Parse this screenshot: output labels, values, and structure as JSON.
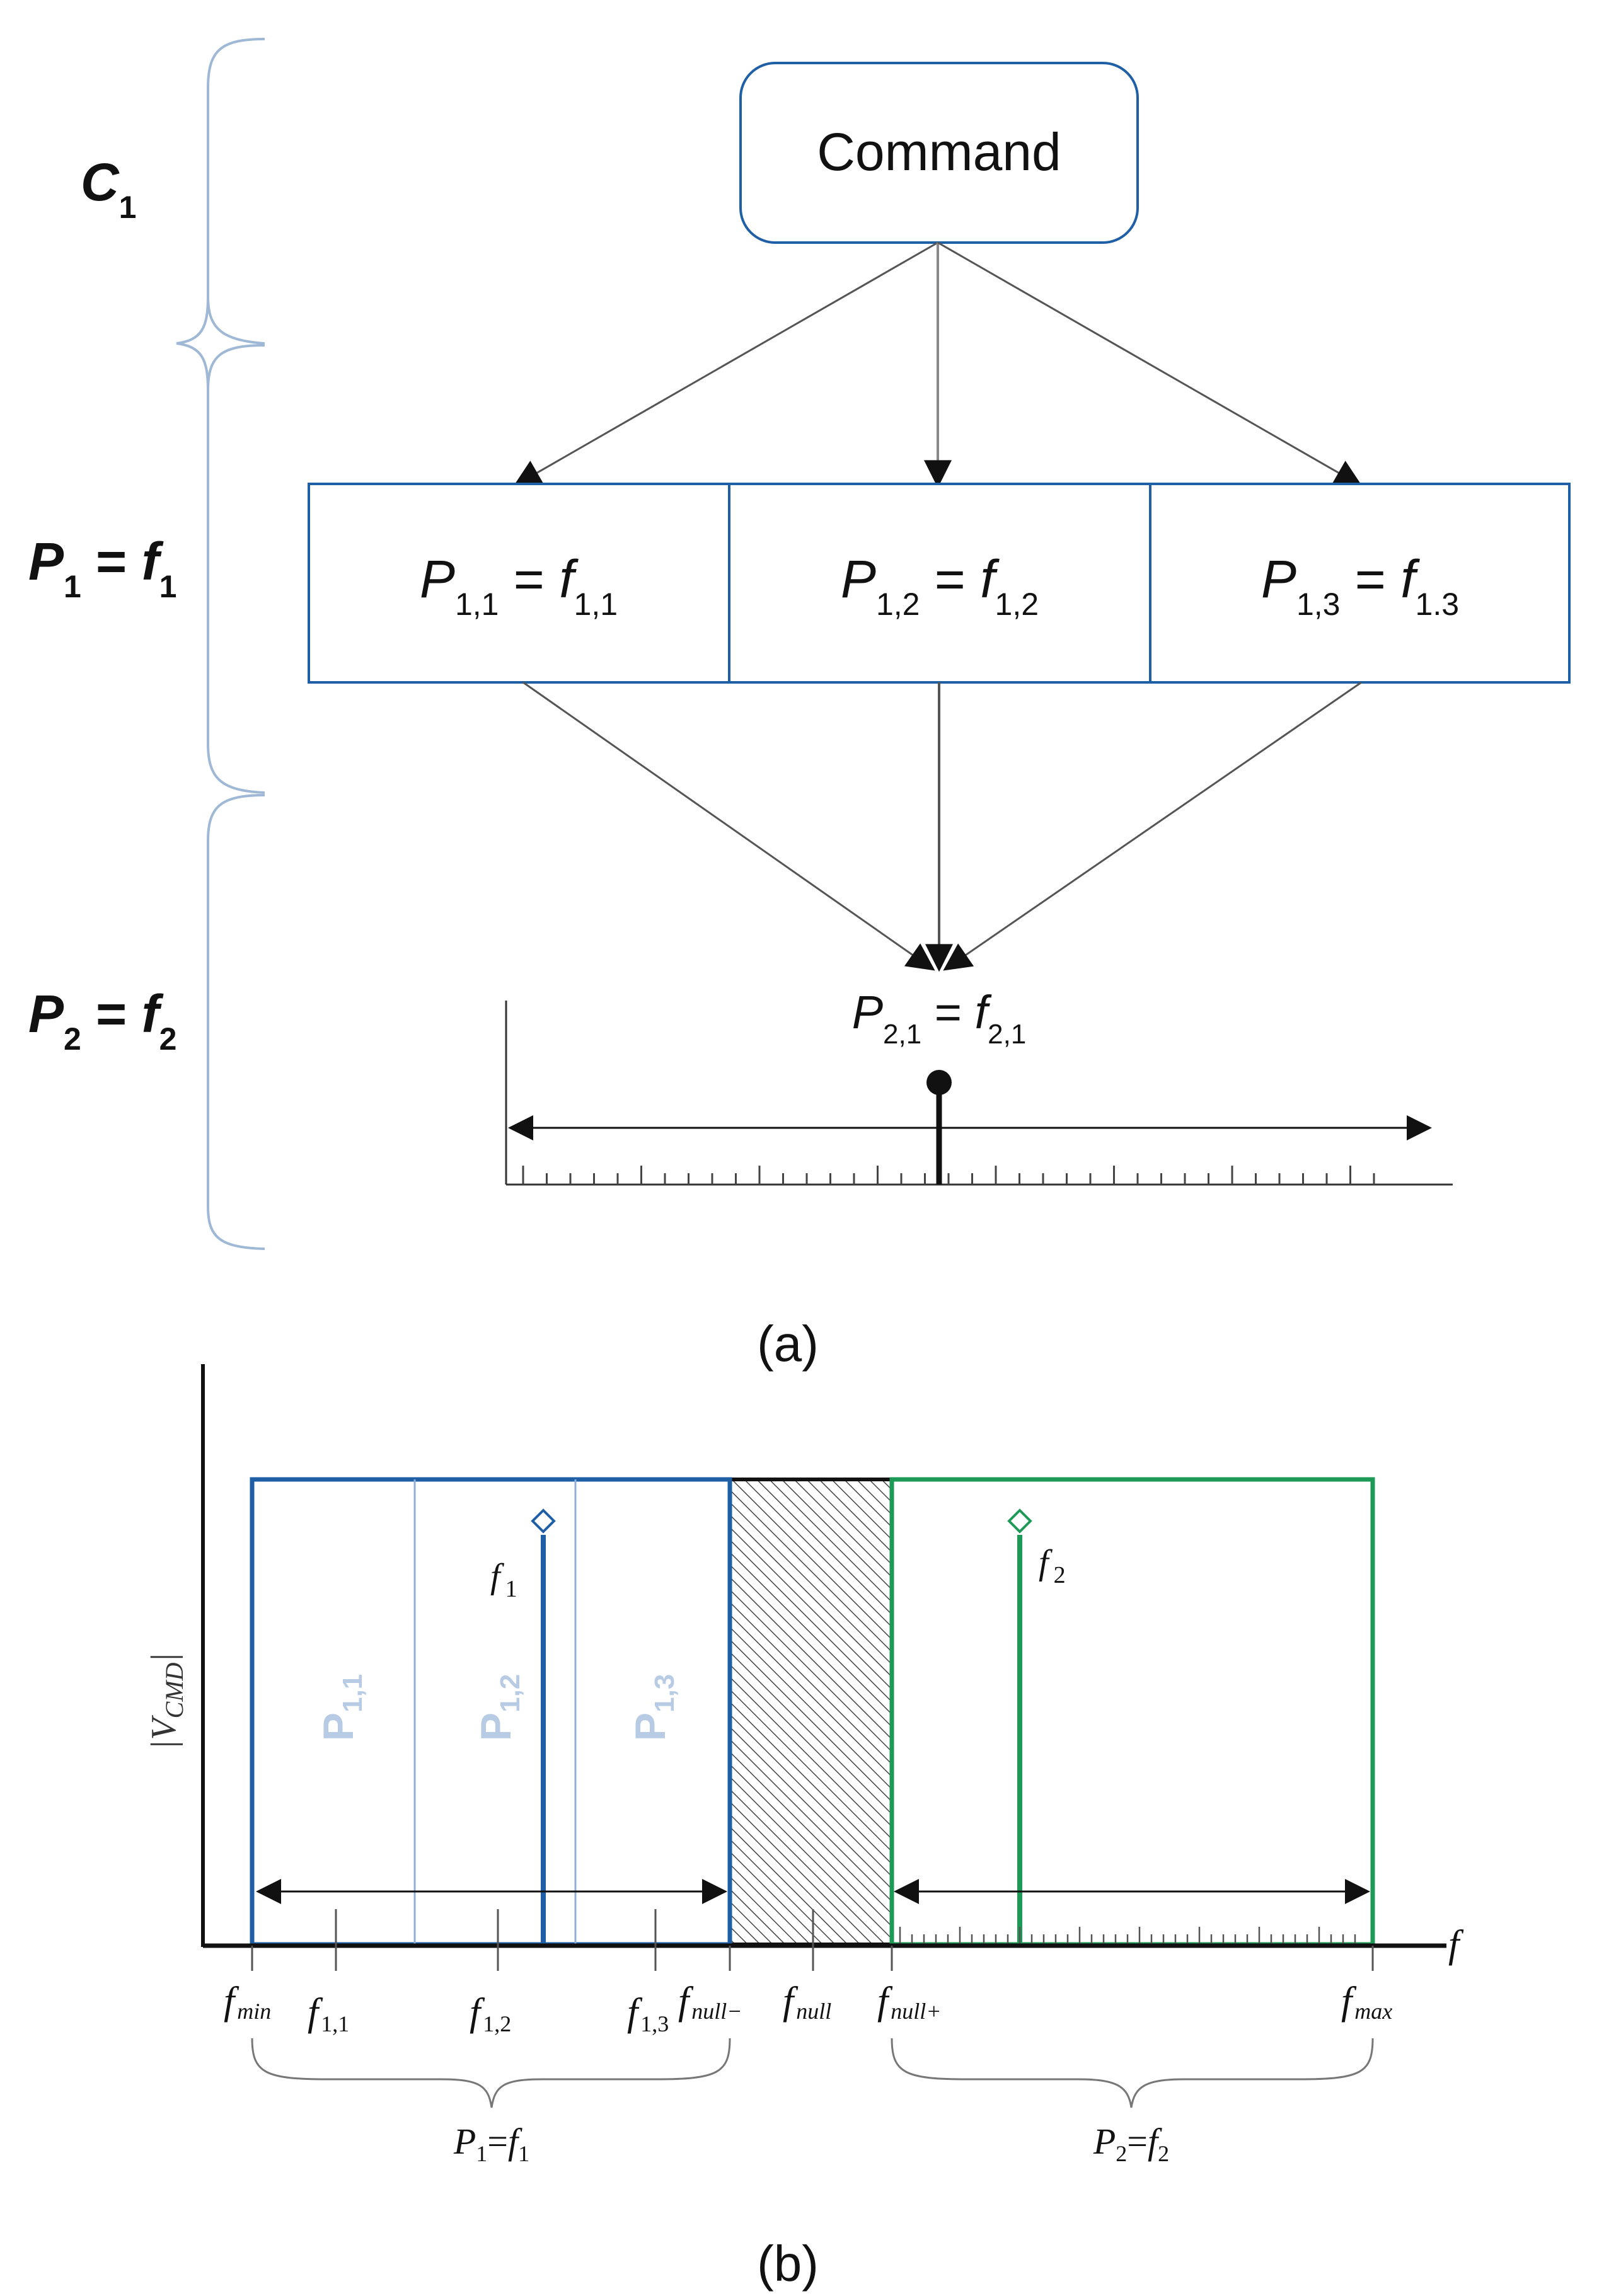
{
  "colors": {
    "blue": "#1f5fa6",
    "light_blue": "#b7cce4",
    "mid_blue": "#8fb0d6",
    "green": "#1e9a57",
    "black": "#111111",
    "gray": "#777777",
    "brace": "#9eb8d6"
  },
  "panel_a": {
    "caption": "(a)",
    "brace_labels": {
      "c1": {
        "main": "C",
        "sub": "1"
      },
      "p1": {
        "main": "P",
        "sub": "1",
        "eq": " = ",
        "rhs": "f",
        "rsub": "1"
      },
      "p2": {
        "main": "P",
        "sub": "2",
        "eq": " = ",
        "rhs": "f",
        "rsub": "2"
      }
    },
    "command_label": "Command",
    "cells": [
      {
        "lhs": "P",
        "lsub": "1,1",
        "eq": " = ",
        "rhs": "f",
        "rsub": "1,1"
      },
      {
        "lhs": "P",
        "lsub": "1,2",
        "eq": " = ",
        "rhs": "f",
        "rsub": "1,2"
      },
      {
        "lhs": "P",
        "lsub": "1,3",
        "eq": " = ",
        "rhs": "f",
        "rsub": "1.3"
      }
    ],
    "result": {
      "lhs": "P",
      "lsub": "2,1",
      "eq": " = ",
      "rhs": "f",
      "rsub": "2,1"
    }
  },
  "panel_b": {
    "caption": "(b)",
    "y_axis": {
      "main": "|V",
      "sub": "CMD",
      "close": "|"
    },
    "x_axis_label": "f",
    "band_labels": [
      {
        "main": "P",
        "sub": "1,1"
      },
      {
        "main": "P",
        "sub": "1,2"
      },
      {
        "main": "P",
        "sub": "1,3"
      }
    ],
    "markers": {
      "f1": {
        "main": "f",
        "sub": "1"
      },
      "f2": {
        "main": "f",
        "sub": "2"
      }
    },
    "ticks": [
      {
        "main": "f",
        "sub": "min"
      },
      {
        "main": "f",
        "sub": "1,1"
      },
      {
        "main": "f",
        "sub": "1,2"
      },
      {
        "main": "f",
        "sub": "1,3"
      },
      {
        "main": "f",
        "sub": "null−"
      },
      {
        "main": "f",
        "sub": "null"
      },
      {
        "main": "f",
        "sub": "null+"
      },
      {
        "main": "f",
        "sub": "max"
      }
    ],
    "group_labels": {
      "p1": {
        "main": "P",
        "sub": "1",
        "eq": "=",
        "rhs": "f",
        "rsub": "1"
      },
      "p2": {
        "main": "P",
        "sub": "2",
        "eq": "=",
        "rhs": "f",
        "rsub": "2"
      }
    }
  }
}
